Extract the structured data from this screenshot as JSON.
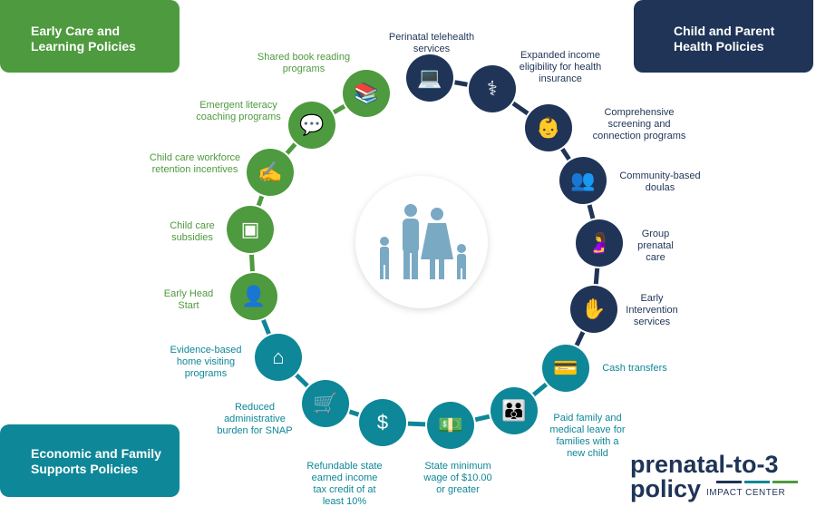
{
  "categories": {
    "early_care": {
      "title": "Early Care and\nLearning Policies",
      "color": "#4e9a3e"
    },
    "health": {
      "title": "Child and Parent\nHealth Policies",
      "color": "#1f3457"
    },
    "economic": {
      "title": "Economic and Family\nSupports Policies",
      "color": "#0e8798"
    }
  },
  "policies": [
    {
      "label": "Shared book reading\nprograms",
      "group": "g",
      "icon": "books-icon"
    },
    {
      "label": "Emergent literacy\ncoaching programs",
      "group": "g",
      "icon": "coaching-chat-icon"
    },
    {
      "label": "Child care workforce\nretention incentives",
      "group": "g",
      "icon": "check-payment-icon"
    },
    {
      "label": "Child care\nsubsidies",
      "group": "g",
      "icon": "toy-blocks-icon"
    },
    {
      "label": "Early Head\nStart",
      "group": "g",
      "icon": "adult-child-icon"
    },
    {
      "label": "Evidence-based\nhome visiting\nprograms",
      "group": "t",
      "icon": "home-visit-icon"
    },
    {
      "label": "Reduced\nadministrative\nburden for SNAP",
      "group": "t",
      "icon": "groceries-icon"
    },
    {
      "label": "Refundable state\nearned income\ntax credit of at\nleast 10%",
      "group": "t",
      "icon": "house-dollar-icon"
    },
    {
      "label": "State minimum\nwage of $10.00\nor greater",
      "group": "t",
      "icon": "cash-bill-icon"
    },
    {
      "label": "Paid family and\nmedical leave for\nfamilies with a\nnew child",
      "group": "t",
      "icon": "family-icon"
    },
    {
      "label": "Cash transfers",
      "group": "t",
      "icon": "credit-card-icon"
    },
    {
      "label": "Early\nIntervention\nservices",
      "group": "n",
      "icon": "helping-hands-icon"
    },
    {
      "label": "Group\nprenatal\ncare",
      "group": "n",
      "icon": "pregnant-woman-icon"
    },
    {
      "label": "Community-based\ndoulas",
      "group": "n",
      "icon": "people-network-icon"
    },
    {
      "label": "Comprehensive\nscreening and\nconnection programs",
      "group": "n",
      "icon": "mother-baby-icon"
    },
    {
      "label": "Expanded income\neligibility for health\ninsurance",
      "group": "n",
      "icon": "doctor-icon"
    },
    {
      "label": "Perinatal telehealth\nservices",
      "group": "n",
      "icon": "telehealth-icon"
    }
  ],
  "center_icon": "family-icon",
  "logo": {
    "line1": "prenatal-to-3",
    "line2": "policy",
    "line3": "IMPACT CENTER"
  },
  "colors": {
    "g": "#4e9a3e",
    "n": "#1f3457",
    "t": "#0e8798",
    "center_icon": "#7aa9c4"
  }
}
